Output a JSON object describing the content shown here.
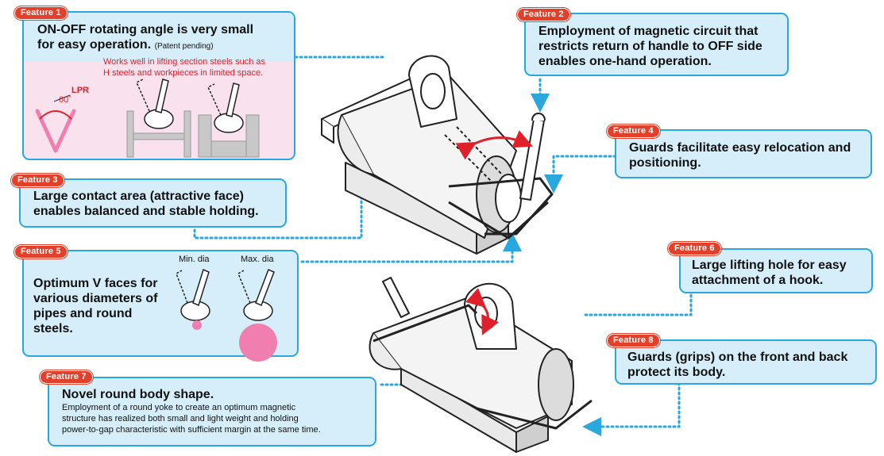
{
  "features": [
    {
      "tag": "Feature 1",
      "title_line1": "ON-OFF rotating angle is very small",
      "title_line2": "for easy operation.",
      "patent": "(Patent pending)",
      "note_line1": "Works well in lifting section steels such as",
      "note_line2": "H steels and workpieces in limited space.",
      "angle_label": "LPR",
      "angle_value": "60˚"
    },
    {
      "tag": "Feature 2",
      "line1": "Employment of magnetic circuit that",
      "line2": "restricts return of handle to OFF side",
      "line3": "enables one-hand operation."
    },
    {
      "tag": "Feature 3",
      "line1": "Large contact area (attractive face)",
      "line2": "enables balanced and stable holding."
    },
    {
      "tag": "Feature 4",
      "line1": "Guards facilitate easy relocation and",
      "line2": "positioning."
    },
    {
      "tag": "Feature 5",
      "line1": "Optimum V faces for",
      "line2": "various diameters of",
      "line3": "pipes and round",
      "line4": "steels.",
      "min_label": "Min. dia",
      "max_label": "Max. dia"
    },
    {
      "tag": "Feature 6",
      "line1": "Large lifting hole for easy",
      "line2": "attachment of a hook."
    },
    {
      "tag": "Feature 7",
      "title": "Novel round body shape.",
      "body1": "Employment of a round yoke to create an optimum magnetic",
      "body2": "structure has realized both small and light weight and holding",
      "body3": "power-to-gap characteristic with sufficient margin at the same time."
    },
    {
      "tag": "Feature 8",
      "line1": "Guards (grips) on the front and back",
      "line2": "protect its body."
    }
  ],
  "colors": {
    "box_fill": "#d6eef9",
    "box_border": "#2aa7dc",
    "tag": "#e2402a",
    "dots": "#2aa7dc",
    "pink": "#f07fb0",
    "arrow": "#e0202a"
  }
}
